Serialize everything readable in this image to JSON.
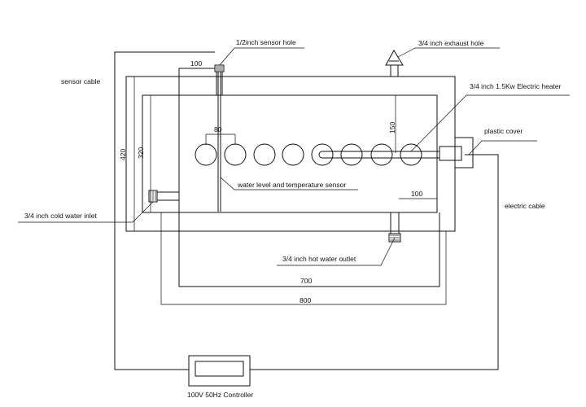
{
  "labels": {
    "sensor_hole": "1/2inch sensor hole",
    "exhaust_hole": "3/4 inch exhaust hole",
    "sensor_cable": "sensor cable",
    "heater": "3/4 inch 1.5Kw Electric heater",
    "plastic_cover": "plastic cover",
    "water_level_sensor": "water level and temperature sensor",
    "cold_inlet": "3/4 inch cold water inlet",
    "electric_cable": "electric cable",
    "hot_outlet": "3/4 inch hot water outlet",
    "controller": "100V 50Hz Controller"
  },
  "dimensions": {
    "d100_top": "100",
    "d80": "80",
    "d150": "150",
    "d420": "420",
    "d320": "320",
    "d100_outlet": "100",
    "d700": "700",
    "d800": "800"
  },
  "colors": {
    "line": "#111111",
    "background": "#ffffff"
  }
}
